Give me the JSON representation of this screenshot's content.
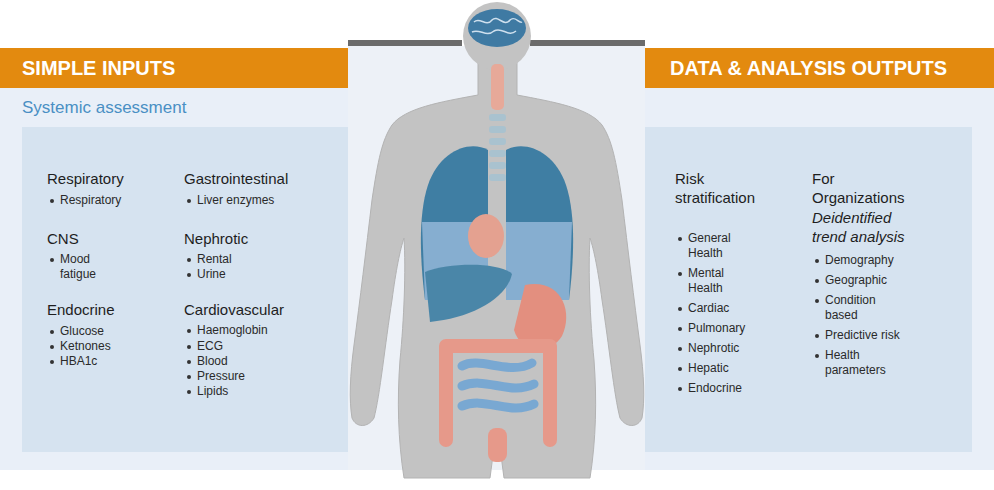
{
  "diagram": {
    "nodes": [
      {
        "text": [
          "SIMPLE INPUTS",
          "DATA & ANALYSIS OUTPUTS"
        ]
      },
      {
        "text": [
          "Systemic assessment"
        ]
      },
      {
        "text": [
          "Respiratory",
          "Respiratory",
          "CNS",
          "Mood fatigue",
          "Endocrine",
          "Glucose",
          "Ketnones",
          "HBA1c",
          "Gastrointestinal",
          "Liver enzymes",
          "Nephrotic",
          "Rental",
          "Urine",
          "Cardiovascular",
          "Haemoglobin",
          "ECG",
          "Blood",
          "Pressure",
          "Lipids",
          "Risk stratification",
          "General Health",
          "Mental Health",
          "Cardiac",
          "Pulmonary",
          "Nephrotic",
          "Hepatic",
          "Endocrine",
          "For Organizations",
          "Deidentified trend analysis",
          "Demography",
          "Geographic",
          "Condition based",
          "Predictive risk",
          "Health parameters"
        ],
        "in": 1
      }
    ]
  }
}
